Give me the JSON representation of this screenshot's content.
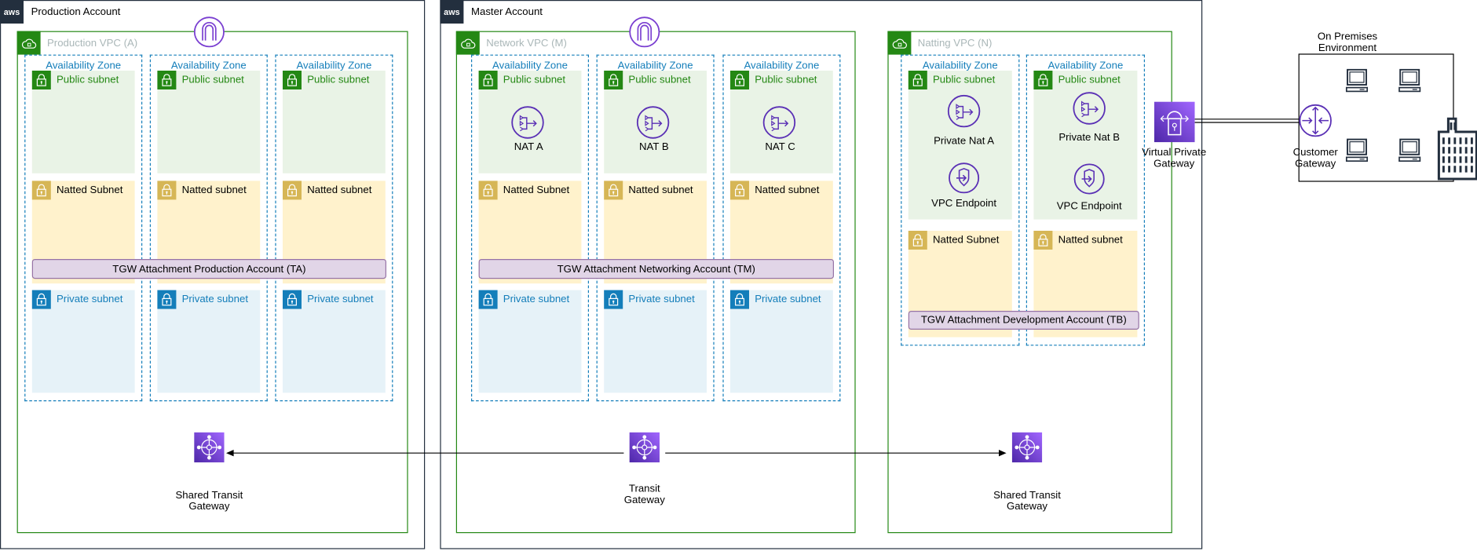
{
  "accounts": {
    "production": {
      "logo": "aws",
      "title": "Production Account"
    },
    "master": {
      "logo": "aws",
      "title": "Master Account"
    }
  },
  "vpcs": {
    "production": {
      "title": "Production VPC (A)",
      "azs": [
        {
          "label": "Availability Zone",
          "public": "Public subnet",
          "natted": "Natted Subnet",
          "private": "Private subnet"
        },
        {
          "label": "Availability Zone",
          "public": "Public subnet",
          "natted": "Natted subnet",
          "private": "Private subnet"
        },
        {
          "label": "Availability Zone",
          "public": "Public subnet",
          "natted": "Natted subnet",
          "private": "Private subnet"
        }
      ],
      "attachment": "TGW Attachment Production Account (TA)"
    },
    "network": {
      "title": "Network VPC (M)",
      "azs": [
        {
          "label": "Availability Zone",
          "public": "Public subnet",
          "nat": "NAT A",
          "natted": "Natted Subnet",
          "private": "Private subnet"
        },
        {
          "label": "Availability Zone",
          "public": "Public subnet",
          "nat": "NAT B",
          "natted": "Natted subnet",
          "private": "Private subnet"
        },
        {
          "label": "Availability Zone",
          "public": "Public subnet",
          "nat": "NAT C",
          "natted": "Natted subnet",
          "private": "Private subnet"
        }
      ],
      "attachment": "TGW Attachment Networking Account (TM)"
    },
    "natting": {
      "title": "Natting VPC (N)",
      "azs": [
        {
          "label": "Availability Zone",
          "public": "Public subnet",
          "nat": "Private Nat A",
          "endpoint": "VPC Endpoint",
          "natted": "Natted Subnet"
        },
        {
          "label": "Availability Zone",
          "public": "Public subnet",
          "nat": "Private Nat B",
          "endpoint": "VPC Endpoint",
          "natted": "Natted subnet"
        }
      ],
      "attachment": "TGW Attachment Development Account (TB)"
    }
  },
  "gateways": {
    "shared_tgw_left": "Shared Transit Gateway",
    "transit_gateway": "Transit Gateway",
    "shared_tgw_right": "Shared Transit Gateway",
    "virtual_private_gateway": "Virtual Private Gateway",
    "customer_gateway": "Customer Gateway"
  },
  "on_premises": {
    "title": "On Premises Environment"
  },
  "colors": {
    "public": "#248814",
    "natted": "#d6b656",
    "private": "#147eba",
    "aws_purple": "#8c4fff",
    "attachment": "#e1d5e7"
  }
}
